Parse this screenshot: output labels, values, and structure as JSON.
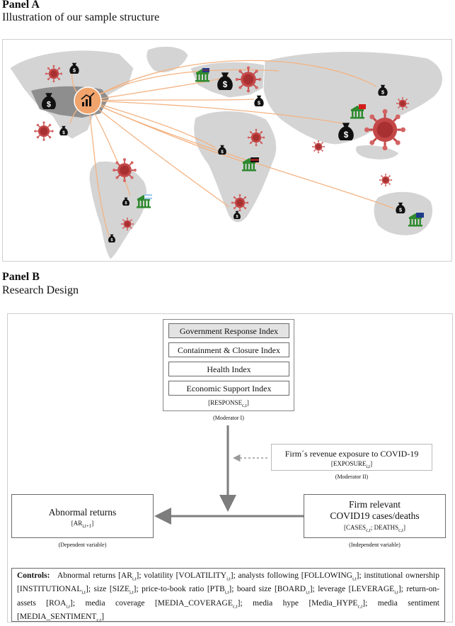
{
  "panel_a": {
    "heading": "Panel A",
    "subtitle": "Illustration of our sample structure",
    "icons": {
      "map": "world-map-icon",
      "virus": "coronavirus-icon",
      "money": "money-bag-icon",
      "bank": "central-bank-icon",
      "hub": "firm-hub-icon"
    },
    "colors": {
      "land": "#d4d4d4",
      "us_land": "#8e8e8e",
      "arrows": "#f3b383",
      "hub": "#f0a46c",
      "virus": "#b63a3a",
      "bank": "#2f8a2f"
    }
  },
  "panel_b": {
    "heading": "Panel B",
    "subtitle": "Research Design",
    "indices": [
      "Government Response Index",
      "Containment & Closure Index",
      "Health Index",
      "Economic Support Index"
    ],
    "response_var": "[RESPONSE",
    "response_sub": "c,t",
    "moderator1": "(Moderator I)",
    "exposure_title": "Firm´s revenue exposure to COVID-19",
    "exposure_var": "[EXPOSURE",
    "exposure_sub": "i,t",
    "moderator2": "(Moderator II)",
    "ar_title": "Abnormal returns",
    "ar_var": "[AR",
    "ar_sub": "i,t+1",
    "dependent": "(Dependent variable)",
    "cases_title_1": "Firm relevant",
    "cases_title_2": "COVID19 cases/deaths",
    "cases_var1": "[CASES",
    "cases_sub1": "c,t",
    "cases_var2": "; DEATHS",
    "cases_sub2": "c,t",
    "independent": "(Independent variable)",
    "controls_label": "Controls:",
    "controls_text": "Abnormal returns [AR_i,t]; volatility [VOLATILITY_i,t]; analysts following [FOLLOWING_i,t]; institutional ownership [INSTITUTIONAL_i,t]; size [SIZE_i,t]; price-to-book ratio [PTB_i,t]; board size [BOARD_i,t]; leverage [LEVERAGE_i,t]; return-on-assets [ROA_i,t]; media coverage [MEDIA_COVERAGE_c,t]; media hype [Media_HYPE_c,t]; media sentiment [MEDIA_SENTIMENT_c,t]",
    "colors": {
      "box_border": "#6a6a6a",
      "shaded": "#e3e3e3",
      "arrow": "#7d7d7d"
    }
  }
}
